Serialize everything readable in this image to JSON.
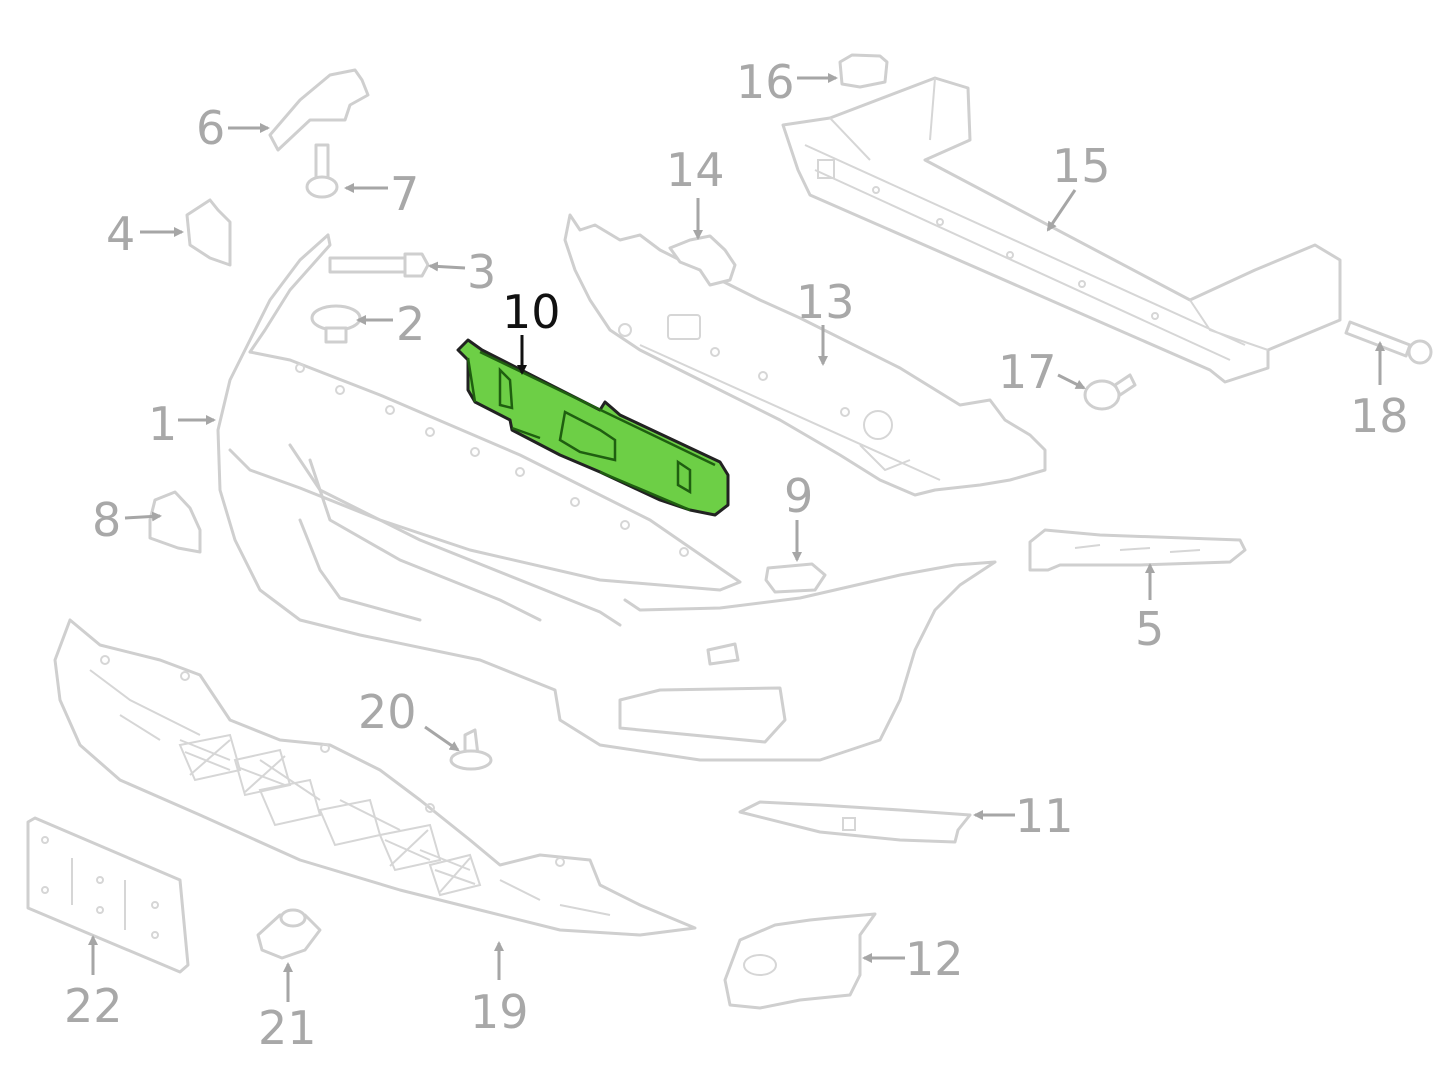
{
  "diagram": {
    "highlight_color": "#6dcf46",
    "line_color": "#cfcfcf",
    "label_color": "#a8a8a8",
    "active_label_color": "#111111",
    "highlighted_part": "10",
    "callouts": {
      "c1": "1",
      "c2": "2",
      "c3": "3",
      "c4": "4",
      "c5": "5",
      "c6": "6",
      "c7": "7",
      "c8": "8",
      "c9": "9",
      "c10": "10",
      "c11": "11",
      "c12": "12",
      "c13": "13",
      "c14": "14",
      "c15": "15",
      "c16": "16",
      "c17": "17",
      "c18": "18",
      "c19": "19",
      "c20": "20",
      "c21": "21",
      "c22": "22"
    }
  }
}
